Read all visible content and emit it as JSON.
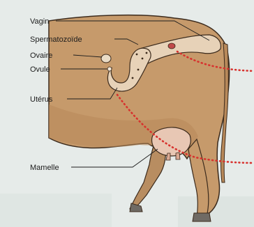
{
  "labels": {
    "vagin": "Vagin",
    "spermatozoide": "Spermatozoïde",
    "ovaire": "Ovaire",
    "ovule": "Ovule",
    "uterus": "Utérus",
    "mamelle": "Mamelle"
  },
  "colors": {
    "background": "#e6ebe9",
    "cow_body": "#c69a6b",
    "cow_shadow": "#a87a4d",
    "outline": "#3b2a1c",
    "organ": "#e7d2b8",
    "udder": "#e8c7b4",
    "dotted_path": "#d7322e",
    "leader_line": "#1d1d1d",
    "hoof": "#6f6a64"
  }
}
